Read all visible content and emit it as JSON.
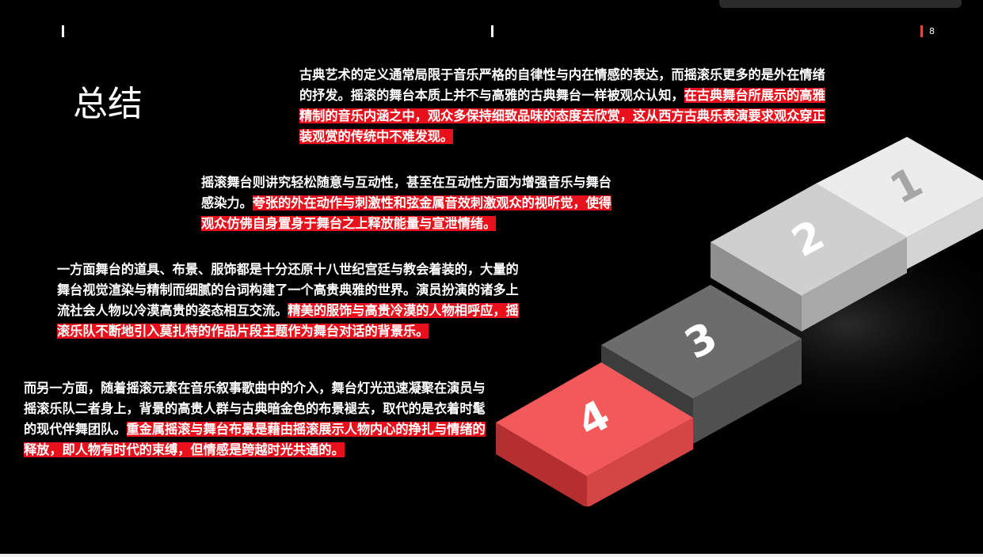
{
  "header": {
    "page_number": "8"
  },
  "title": "总结",
  "paragraphs": [
    {
      "plain": "古典艺术的定义通常局限于音乐严格的自律性与内在情感的表达，而摇滚乐更多的是外在情绪的抒发。摇滚的舞台本质上并不与高雅的古典舞台一样被观众认知，",
      "highlight": "在古典舞台所展示的高雅精制的音乐内涵之中，观众多保持细致品味的态度去欣赏，这从西方古典乐表演要求观众穿正装观赏的传统中不难发现。"
    },
    {
      "plain": "摇滚舞台则讲究轻松随意与互动性，甚至在互动性方面为增强音乐与舞台感染力。",
      "highlight": "夸张的外在动作与刺激性和弦金属音效刺激观众的视听觉，使得观众仿佛自身置身于舞台之上释放能量与宣泄情绪。"
    },
    {
      "plain": "一方面舞台的道具、布景、服饰都是十分还原十八世纪宫廷与教会着装的，大量的舞台视觉渲染与精制而细腻的台词构建了一个高贵典雅的世界。演员扮演的诸多上流社会人物以冷漠高贵的姿态相互交流。",
      "highlight": "精美的服饰与高贵冷漠的人物相呼应，摇滚乐队不断地引入莫扎特的作品片段主题作为舞台对话的背景乐。"
    },
    {
      "plain": "而另一方面，随着摇滚元素在音乐叙事歌曲中的介入，舞台灯光迅速凝聚在演员与摇滚乐队二者身上，背景的高贵人群与古典暗金色的布景褪去，取代的是衣着时髦的现代伴舞团队。",
      "highlight": "重金属摇滚与舞台布景是藉由摇滚展示人物内心的挣扎与情绪的释放，即人物有时代的束缚，但情感是跨越时光共通的。"
    }
  ],
  "steps": [
    {
      "label": "1",
      "top": "#ececec",
      "left": "#b9b9b9",
      "right": "#d4d4d4",
      "text": "#a6a6a6"
    },
    {
      "label": "2",
      "top": "#cfcfcf",
      "left": "#8f8f8f",
      "right": "#a9a9a9",
      "text": "#ffffff"
    },
    {
      "label": "3",
      "top": "#6c6c6c",
      "left": "#3c3c3c",
      "right": "#505050",
      "text": "#ffffff"
    },
    {
      "label": "4",
      "top": "#f2595a",
      "left": "#b52f30",
      "right": "#d44546",
      "text": "#ffffff"
    }
  ],
  "colors": {
    "highlight": "#e8101a",
    "accent": "#e5453f",
    "background": "#000000"
  }
}
